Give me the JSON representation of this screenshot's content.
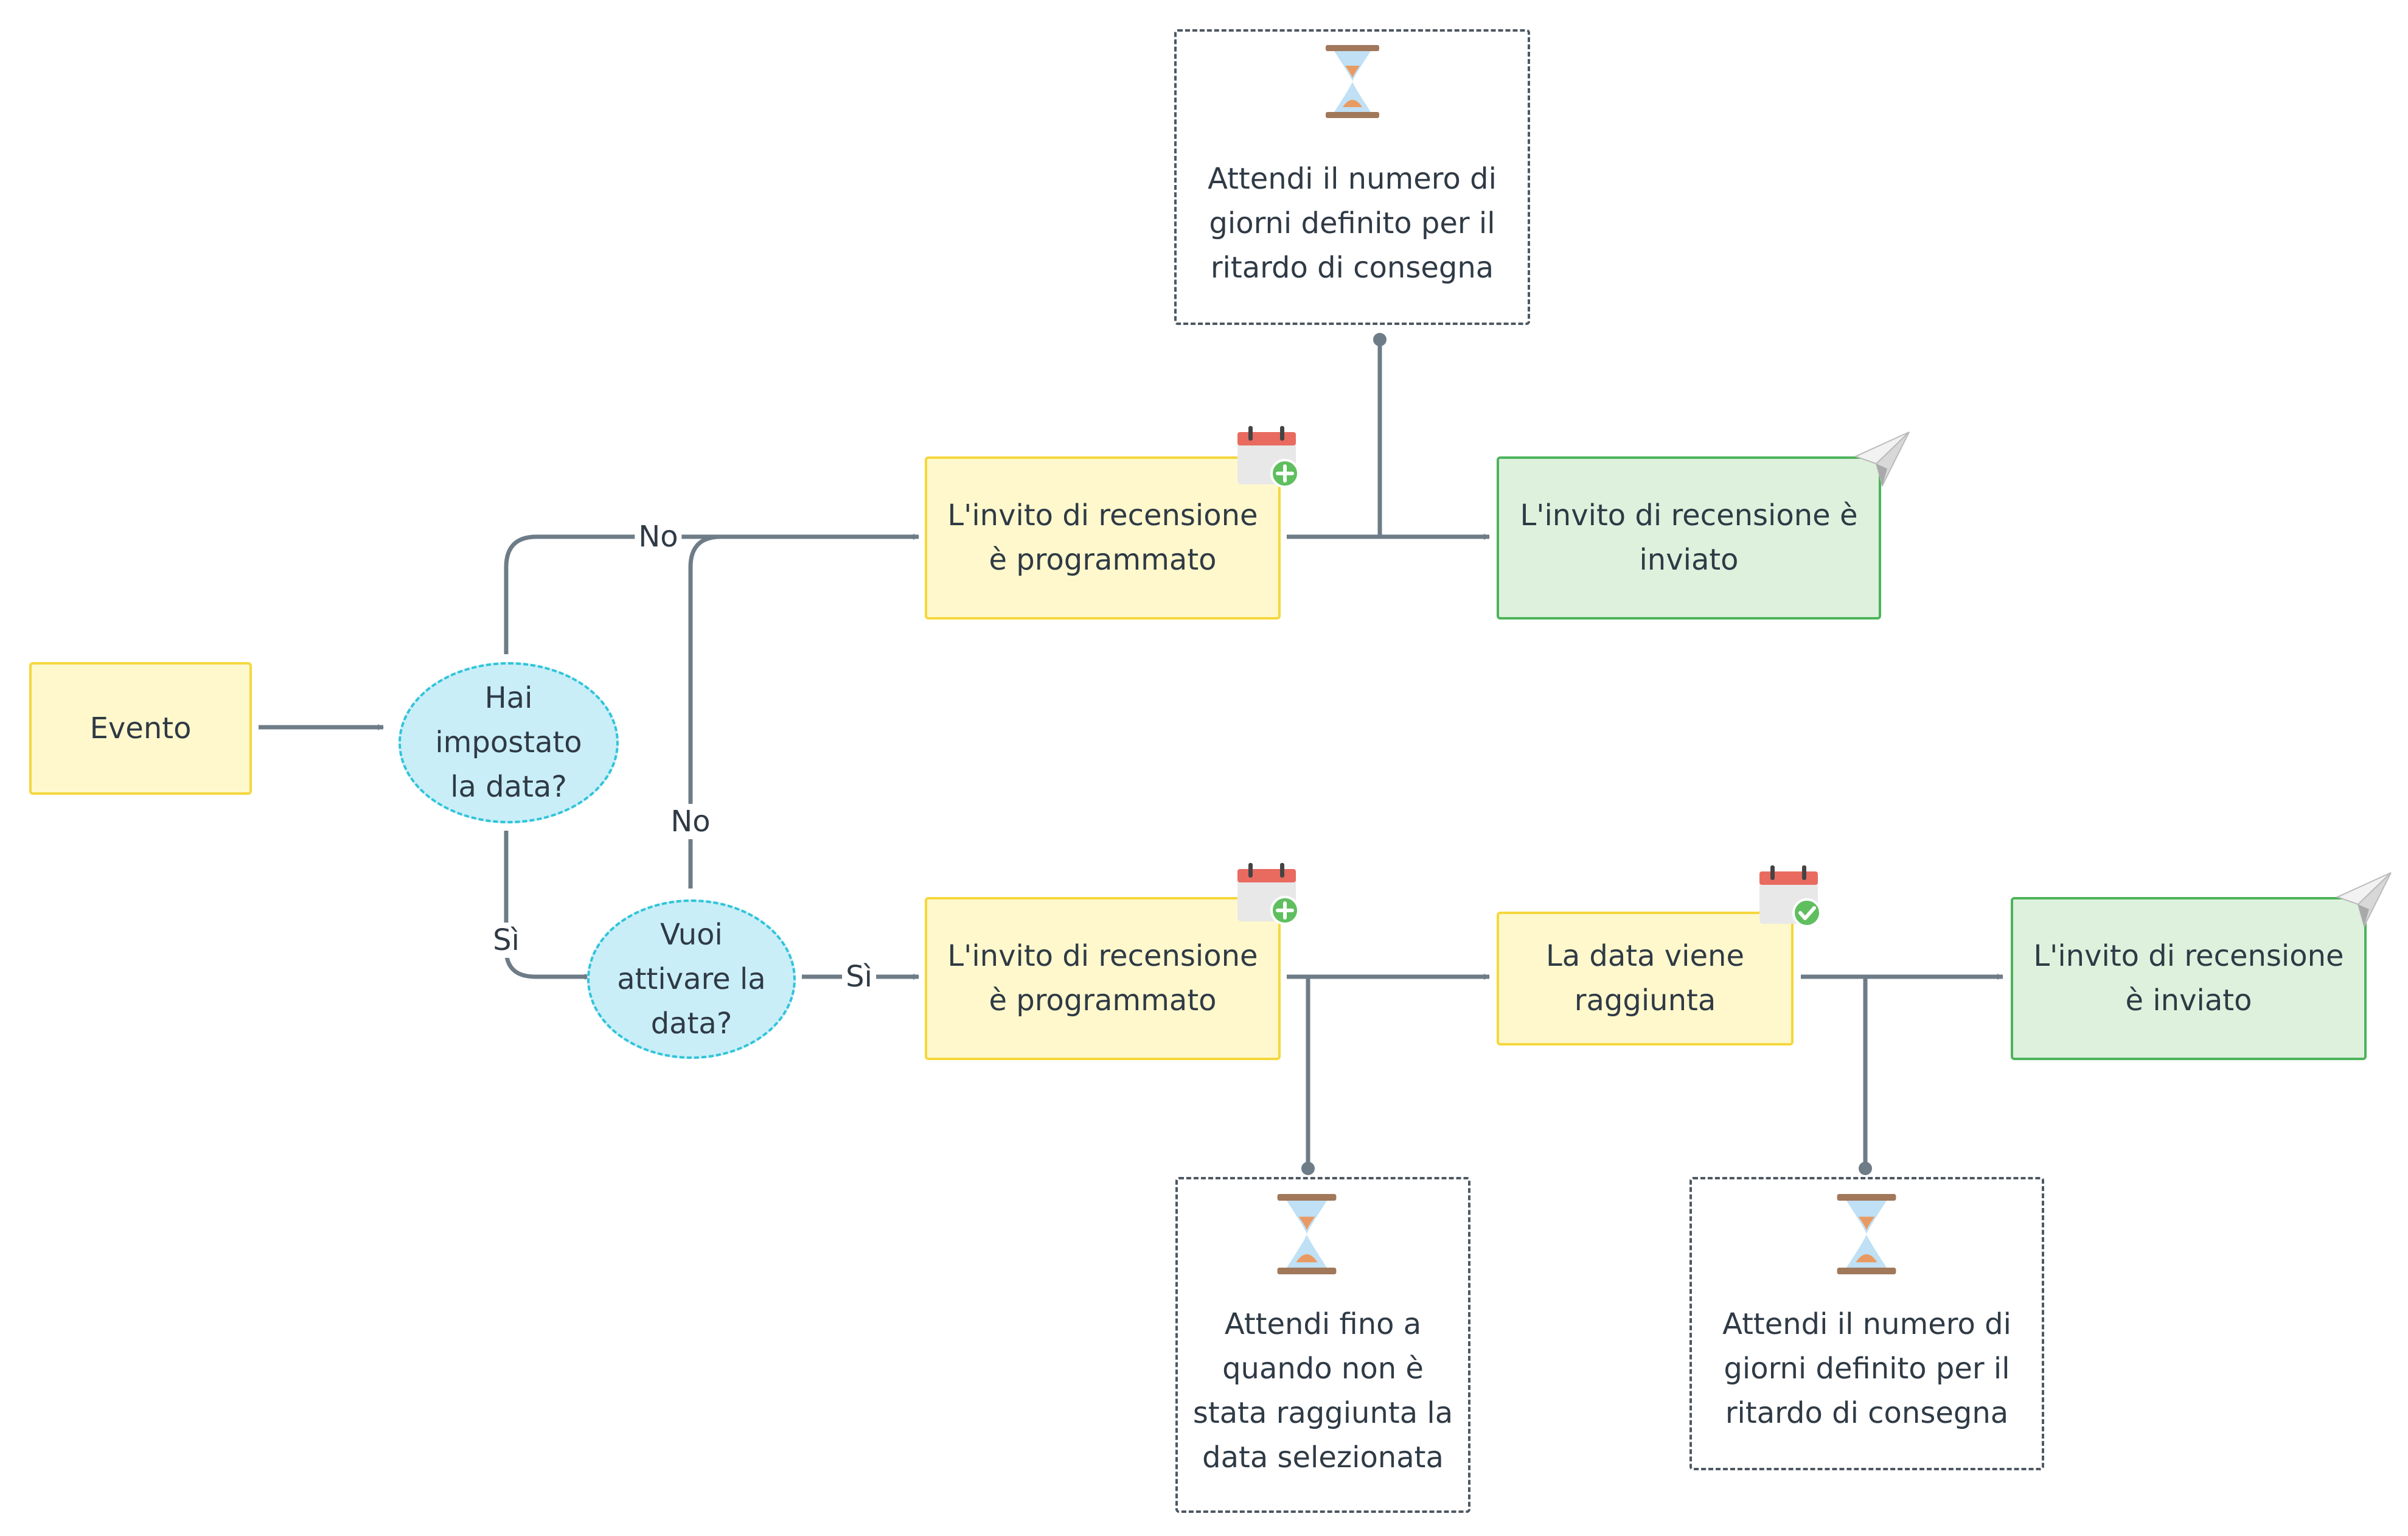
{
  "nodes": {
    "evento": "Evento",
    "q_date_set": "Hai impostato la data?",
    "q_activate": "Vuoi attivare la data?",
    "scheduled_top": "L'invito di recensione è programmato",
    "sent_top": "L'invito di recensione è inviato",
    "wait_top": "Attendi il numero di giorni definito per il ritardo di consegna",
    "scheduled_bottom": "L'invito di recensione è programmato",
    "date_reached": "La data viene raggiunta",
    "sent_bottom": "L'invito di recensione è inviato",
    "wait_until_date": "Attendi fino a quando non è stata raggiunta la data selezionata",
    "wait_bottom": "Attendi il numero di giorni definito per il ritardo di consegna"
  },
  "edge_labels": {
    "no_top": "No",
    "no_mid": "No",
    "si_left": "Sì",
    "si_right": "Sì"
  },
  "colors": {
    "task_fill": "#fff8cc",
    "task_border": "#f5d73c",
    "done_fill": "#ddf1dd",
    "done_border": "#4cb35a",
    "decision_fill": "#c9eef8",
    "decision_border": "#2fc4d9",
    "connector": "#6e7c87"
  },
  "icons": [
    "hourglass-icon",
    "calendar-plus-icon",
    "calendar-check-icon",
    "paper-plane-icon"
  ]
}
